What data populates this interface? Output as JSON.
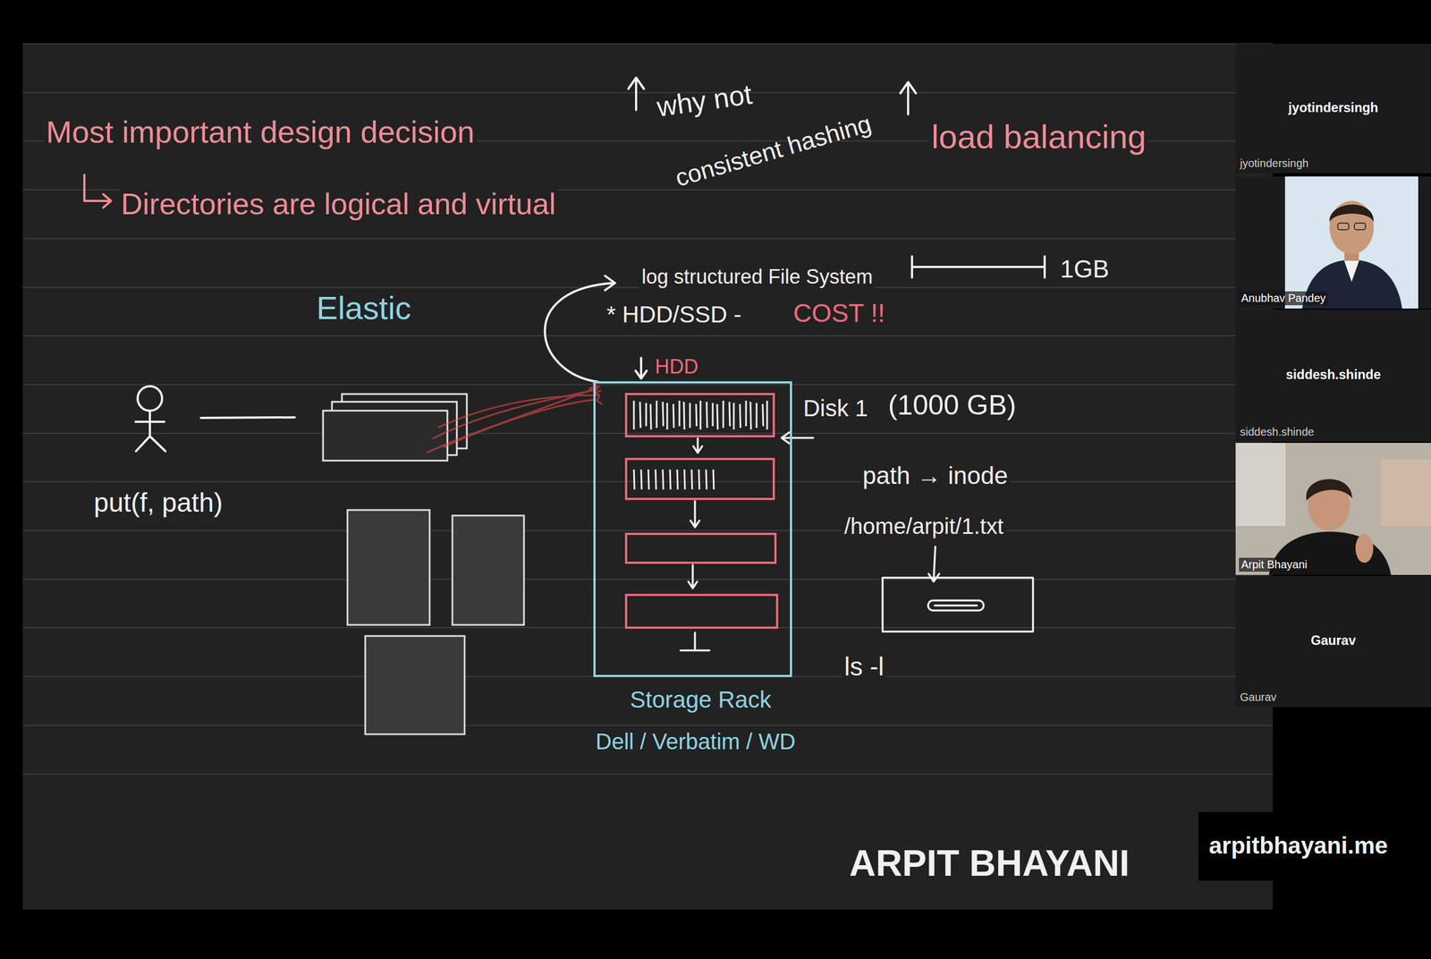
{
  "diagram": {
    "nodes": [
      {
        "text": [
          "Storage Rack",
          "Dell / Verbatim / WD"
        ]
      },
      {
        "text": [
          "jyotindersingh",
          "jyotindersingh"
        ]
      },
      {
        "text": [
          "Anubhav Pandey"
        ]
      },
      {
        "text": [
          "siddesh.shinde",
          "siddesh.shinde"
        ]
      },
      {
        "text": [
          "Arpit Bhayani"
        ]
      },
      {
        "text": [
          "Gaurav",
          "Gaurav"
        ]
      }
    ],
    "labels": [
      "Most important design decision",
      "Directories are logical and virtual",
      "why not",
      "consistent hashing",
      "load balancing",
      "Elastic",
      "log structured File System",
      "1GB",
      "* HDD/SSD -",
      "COST !!",
      "HDD",
      "Disk 1",
      "(1000 GB)",
      "path → inode",
      "/home/arpit/1.txt",
      "ls -l",
      "put(f, path)",
      "ARPIT BHAYANI",
      "arpitbhayani.me"
    ]
  }
}
